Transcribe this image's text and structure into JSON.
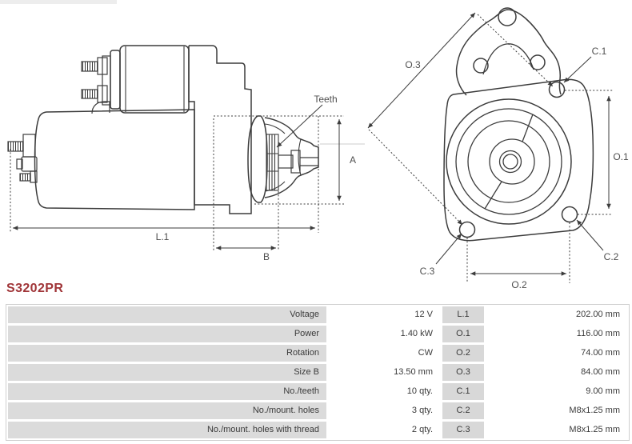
{
  "part_number": "S3202PR",
  "accent_color": "#a03538",
  "diagram": {
    "labels": {
      "teeth": "Teeth",
      "a": "A",
      "b": "B",
      "l1": "L.1",
      "o1": "O.1",
      "o2": "O.2",
      "o3": "O.3",
      "c1": "C.1",
      "c2": "C.2",
      "c3": "C.3"
    }
  },
  "spec_table": {
    "rows": [
      {
        "label": "Voltage",
        "value": "12 V",
        "dim": "L.1",
        "dim_value": "202.00 mm"
      },
      {
        "label": "Power",
        "value": "1.40 kW",
        "dim": "O.1",
        "dim_value": "116.00 mm"
      },
      {
        "label": "Rotation",
        "value": "CW",
        "dim": "O.2",
        "dim_value": "74.00 mm"
      },
      {
        "label": "Size B",
        "value": "13.50 mm",
        "dim": "O.3",
        "dim_value": "84.00 mm"
      },
      {
        "label": "No./teeth",
        "value": "10 qty.",
        "dim": "C.1",
        "dim_value": "9.00 mm"
      },
      {
        "label": "No./mount. holes",
        "value": "3 qty.",
        "dim": "C.2",
        "dim_value": "M8x1.25 mm"
      },
      {
        "label": "No./mount. holes with thread",
        "value": "2 qty.",
        "dim": "C.3",
        "dim_value": "M8x1.25 mm"
      }
    ]
  }
}
